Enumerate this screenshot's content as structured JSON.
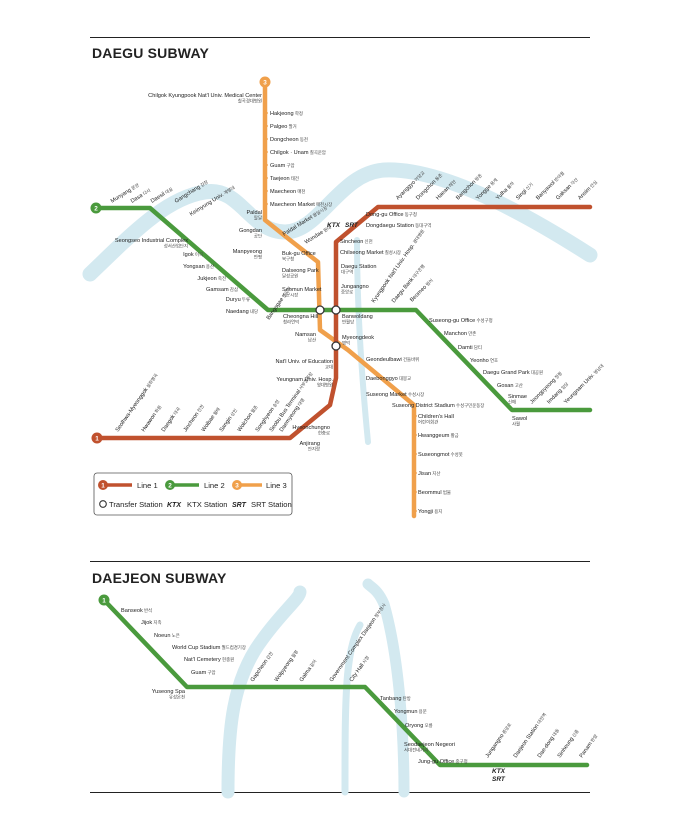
{
  "daegu": {
    "title": "DAEGU SUBWAY",
    "lines": [
      {
        "number": "1",
        "name": "Line 1",
        "color": "#c0512e"
      },
      {
        "number": "2",
        "name": "Line 2",
        "color": "#4a9a3d"
      },
      {
        "number": "3",
        "name": "Line 3",
        "color": "#f0a04b"
      }
    ],
    "river_color": "#d3e9f0",
    "legend": {
      "line1": "Line 1",
      "line2": "Line 2",
      "line3": "Line 3",
      "transfer": "Transfer Station",
      "ktx": "KTX Station",
      "srt": "SRT Station",
      "ktx_logo": "KTX",
      "srt_logo": "SRT"
    },
    "line3_north": [
      {
        "en": "Chilgok Kyungpook Nat'l Univ. Medical Center",
        "ko": "칠곡경대병원"
      },
      {
        "en": "Hakjeong",
        "ko": "학정"
      },
      {
        "en": "Palgeo",
        "ko": "팔거"
      },
      {
        "en": "Dongcheon",
        "ko": "동천"
      },
      {
        "en": "Chilgok · Unam",
        "ko": "칠곡운암"
      },
      {
        "en": "Guam",
        "ko": "구암"
      },
      {
        "en": "Taejeon",
        "ko": "태전"
      },
      {
        "en": "Maecheon",
        "ko": "매천"
      },
      {
        "en": "Maecheon Market",
        "ko": "매천시장"
      },
      {
        "en": "Paldal",
        "ko": "팔달"
      },
      {
        "en": "Gongdan",
        "ko": "공단"
      },
      {
        "en": "Manpyeong",
        "ko": "만평"
      },
      {
        "en": "Paldal Market",
        "ko": "팔달시장"
      },
      {
        "en": "Wondae",
        "ko": "원대"
      },
      {
        "en": "Buk-gu Office",
        "ko": "북구청"
      },
      {
        "en": "Dalseong Park",
        "ko": "달성공원"
      },
      {
        "en": "Seomun Market",
        "ko": "서문시장"
      }
    ],
    "line3_south": [
      {
        "en": "Namsan",
        "ko": "남산"
      },
      {
        "en": "Geondeulbawi",
        "ko": "건들바위"
      },
      {
        "en": "Daebonggyo",
        "ko": "대봉교"
      },
      {
        "en": "Suseong Market",
        "ko": "수성시장"
      },
      {
        "en": "Suseong District Stadium",
        "ko": "수성구민운동장"
      },
      {
        "en": "Children's Hall",
        "ko": "어린이회관"
      },
      {
        "en": "Hwanggeum",
        "ko": "황금"
      },
      {
        "en": "Suseongmot",
        "ko": "수성못"
      },
      {
        "en": "Jisan",
        "ko": "지산"
      },
      {
        "en": "Beommul",
        "ko": "범물"
      },
      {
        "en": "Yongji",
        "ko": "용지"
      }
    ],
    "line2_west": [
      {
        "en": "Munyang",
        "ko": "문양"
      },
      {
        "en": "Dasa",
        "ko": "다사"
      },
      {
        "en": "Daesil",
        "ko": "대실"
      },
      {
        "en": "Gangchang",
        "ko": "강창"
      },
      {
        "en": "Keimyung Univ.",
        "ko": "계명대"
      },
      {
        "en": "Seongseo Industrial Complex",
        "ko": "성서산업단지"
      },
      {
        "en": "Igok",
        "ko": "이곡"
      },
      {
        "en": "Yongsan",
        "ko": "용산"
      },
      {
        "en": "Jukjeon",
        "ko": "죽전"
      },
      {
        "en": "Gamsam",
        "ko": "감삼"
      },
      {
        "en": "Duryu",
        "ko": "두류"
      },
      {
        "en": "Naedang",
        "ko": "내당"
      },
      {
        "en": "Bangogae",
        "ko": "반고개"
      },
      {
        "en": "Cheongna Hill",
        "ko": "청라언덕"
      }
    ],
    "line2_east": [
      {
        "en": "Banwoldang",
        "ko": "반월당"
      },
      {
        "en": "Kyungpook Nat'l Univ. Hosp.",
        "ko": "경대병원"
      },
      {
        "en": "Daegu Bank",
        "ko": "대구은행"
      },
      {
        "en": "Beomeo",
        "ko": "범어"
      },
      {
        "en": "Suseong-gu Office",
        "ko": "수성구청"
      },
      {
        "en": "Manchon",
        "ko": "만촌"
      },
      {
        "en": "Damti",
        "ko": "담티"
      },
      {
        "en": "Yeonho",
        "ko": "연호"
      },
      {
        "en": "Daegu Grand Park",
        "ko": "대공원"
      },
      {
        "en": "Gosan",
        "ko": "고산"
      },
      {
        "en": "Sinmae",
        "ko": "신매"
      },
      {
        "en": "Sawol",
        "ko": "사월"
      },
      {
        "en": "Jeongpyeong",
        "ko": "정평"
      },
      {
        "en": "Imdang",
        "ko": "임당"
      },
      {
        "en": "Yeungnam Univ.",
        "ko": "영남대"
      }
    ],
    "line1_east": [
      {
        "en": "Haean",
        "ko": "해안"
      },
      {
        "en": "Bangchon",
        "ko": "방촌"
      },
      {
        "en": "Yongge",
        "ko": "용계"
      },
      {
        "en": "Yulha",
        "ko": "율하"
      },
      {
        "en": "Singi",
        "ko": "신기"
      },
      {
        "en": "Banyawol",
        "ko": "반야월"
      },
      {
        "en": "Gaksan",
        "ko": "각산"
      },
      {
        "en": "Ansim",
        "ko": "안심"
      },
      {
        "en": "Ayanggyo",
        "ko": "아양교"
      },
      {
        "en": "Dongchon",
        "ko": "동촌"
      },
      {
        "en": "Dong-gu Office",
        "ko": "동구청"
      },
      {
        "en": "Dongdaegu Station",
        "ko": "동대구역"
      },
      {
        "en": "Sincheon",
        "ko": "신천"
      },
      {
        "en": "Chilseong Market",
        "ko": "칠성시장"
      },
      {
        "en": "Daegu Station",
        "ko": "대구역"
      },
      {
        "en": "Jungangno",
        "ko": "중앙로"
      }
    ],
    "line1_south": [
      {
        "en": "Myeongdeok",
        "ko": "명덕"
      },
      {
        "en": "Nat'l Univ. of Education",
        "ko": "교대"
      },
      {
        "en": "Yeungnam Univ. Hosp.",
        "ko": "영대병원"
      },
      {
        "en": "Hyeonchungno",
        "ko": "현충로"
      },
      {
        "en": "Anjirang",
        "ko": "안지랑"
      },
      {
        "en": "Daemyeong",
        "ko": "대명"
      },
      {
        "en": "Seobu Bus Terminal",
        "ko": "서부정류장"
      },
      {
        "en": "Songhyeon",
        "ko": "송현"
      },
      {
        "en": "Wolchon",
        "ko": "월촌"
      },
      {
        "en": "Sangin",
        "ko": "상인"
      },
      {
        "en": "Wolbae",
        "ko": "월배"
      },
      {
        "en": "Jincheon",
        "ko": "진천"
      },
      {
        "en": "Daegok",
        "ko": "대곡"
      },
      {
        "en": "Hwawon",
        "ko": "화원"
      },
      {
        "en": "Seolhwa-Myeonggok",
        "ko": "설화명곡"
      }
    ]
  },
  "daejeon": {
    "title": "DAEJEON SUBWAY",
    "line_number": "1",
    "line_color": "#4a9a3d",
    "ktx_logo": "KTX",
    "srt_logo": "SRT",
    "stations": [
      {
        "en": "Banseok",
        "ko": "반석"
      },
      {
        "en": "Jijok",
        "ko": "지족"
      },
      {
        "en": "Noeun",
        "ko": "노은"
      },
      {
        "en": "World Cup Stadium",
        "ko": "월드컵경기장"
      },
      {
        "en": "Nat'l Cemetery",
        "ko": "현충원"
      },
      {
        "en": "Guam",
        "ko": "구암"
      },
      {
        "en": "Yuseong Spa",
        "ko": "유성온천"
      },
      {
        "en": "Gapcheon",
        "ko": "갑천"
      },
      {
        "en": "Wolpyeong",
        "ko": "월평"
      },
      {
        "en": "Galma",
        "ko": "갈마"
      },
      {
        "en": "Government Complex Daejeon",
        "ko": "정부청사"
      },
      {
        "en": "City Hall",
        "ko": "시청"
      },
      {
        "en": "Tanbang",
        "ko": "탄방"
      },
      {
        "en": "Yongmun",
        "ko": "용문"
      },
      {
        "en": "Oryong",
        "ko": "오룡"
      },
      {
        "en": "Seodaejeon Negeori",
        "ko": "서대전네거리"
      },
      {
        "en": "Jung-gu Office",
        "ko": "중구청"
      },
      {
        "en": "Jungangno",
        "ko": "중앙로"
      },
      {
        "en": "Daejeon Station",
        "ko": "대전역"
      },
      {
        "en": "Dae-dong",
        "ko": "대동"
      },
      {
        "en": "Sinheung",
        "ko": "신흥"
      },
      {
        "en": "Panam",
        "ko": "판암"
      }
    ]
  }
}
